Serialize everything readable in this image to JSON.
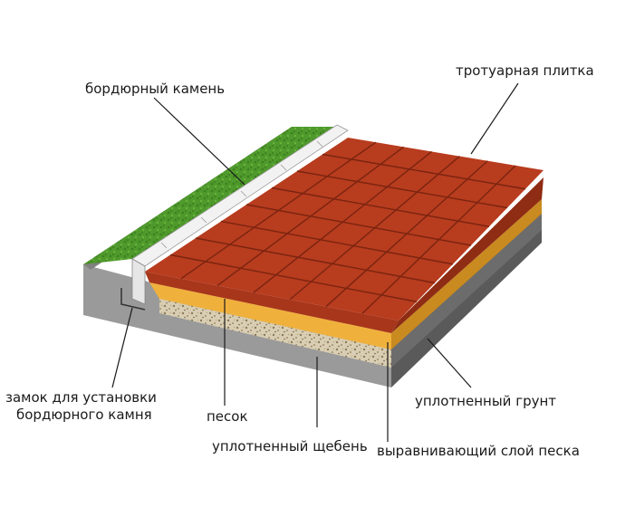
{
  "labels": {
    "curb": "бордюрный камень",
    "tile": "тротуарная плитка",
    "lock_line1": "замок для установки",
    "lock_line2": "бордюрного камня",
    "sand": "песок",
    "gravel": "уплотненный щебень",
    "leveling": "выравнивающий слой песка",
    "soil": "уплотненный грунт"
  },
  "colors": {
    "tile": "#b83c1e",
    "tile_side": "#a8361a",
    "grout": "#7a2410",
    "sand": "#f0b13c",
    "gravel": "#d8cdb2",
    "concrete": "#9c9c9c",
    "grass": "#4f9a2c",
    "curb": "#e8e8e8"
  }
}
